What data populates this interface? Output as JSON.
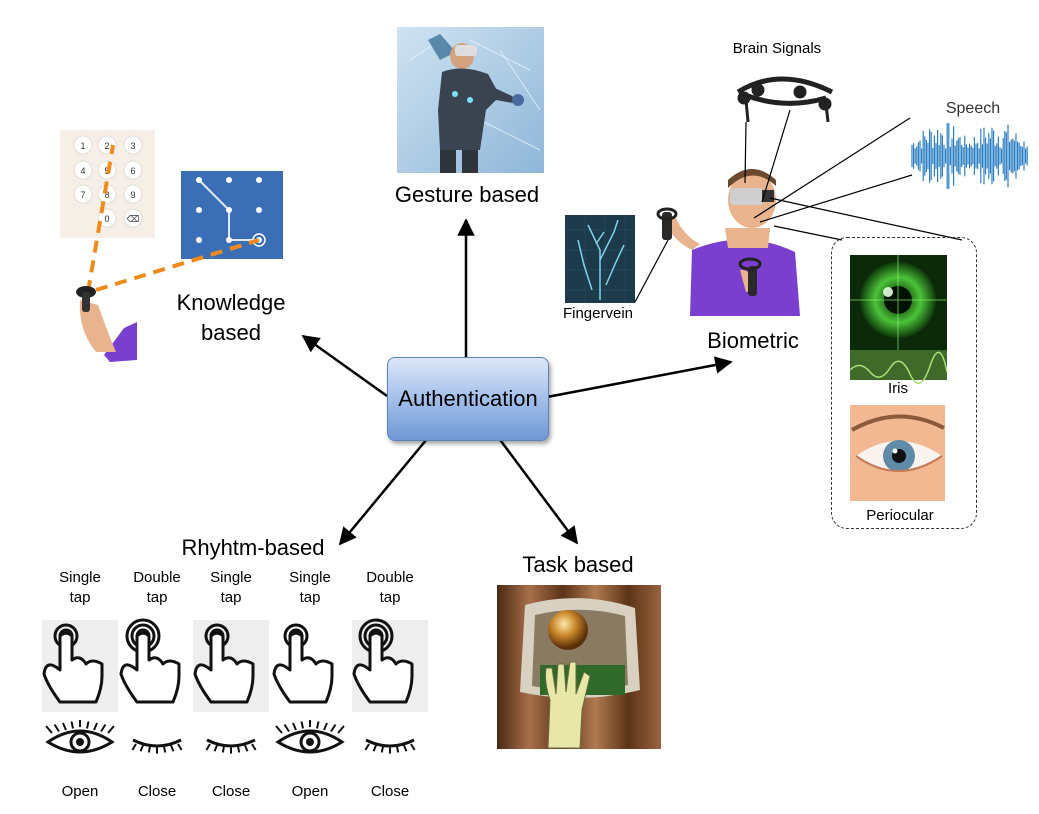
{
  "center": {
    "label": "Authentication"
  },
  "branches": {
    "knowledge_line1": "Knowledge",
    "knowledge_line2": "based",
    "gesture": "Gesture based",
    "biometric": "Biometric",
    "rhythm": "Rhyhtm-based",
    "task": "Task based"
  },
  "biometric_modalities": {
    "brain": "Brain Signals",
    "speech": "Speech",
    "fingervein": "Fingervein",
    "iris": "Iris",
    "periocular": "Periocular"
  },
  "pin_pad": {
    "keys": [
      "1",
      "2",
      "3",
      "4",
      "5",
      "6",
      "7",
      "8",
      "9",
      "0",
      "⌫"
    ]
  },
  "rhythm_taps": [
    {
      "line1": "Single",
      "line2": "tap",
      "eye": "Open",
      "eye_state": "open"
    },
    {
      "line1": "Double",
      "line2": "tap",
      "eye": "Close",
      "eye_state": "closed"
    },
    {
      "line1": "Single",
      "line2": "tap",
      "eye": "Close",
      "eye_state": "closed"
    },
    {
      "line1": "Single",
      "line2": "tap",
      "eye": "Open",
      "eye_state": "open"
    },
    {
      "line1": "Double",
      "line2": "tap",
      "eye": "Close",
      "eye_state": "closed"
    }
  ],
  "colors": {
    "box_top": "#dde8f8",
    "box_bottom": "#6f98d6",
    "dash_orange": "#f08a1c",
    "pattern_bg": "#3a6fb5",
    "vest_purple": "#7b3fd0",
    "speech_wave": "#2d7fc4",
    "iris_green": "#3faa2a"
  }
}
